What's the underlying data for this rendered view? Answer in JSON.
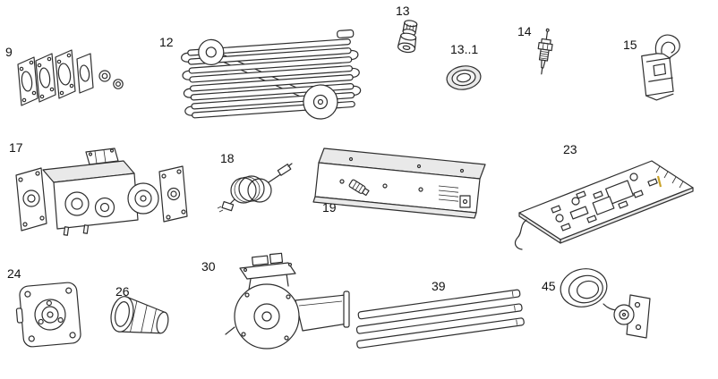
{
  "page": {
    "background": "#ffffff"
  },
  "colors": {
    "stroke": "#2e2e2e",
    "shade": "#e9e9e9",
    "jumper": "#c9a227"
  },
  "parts": [
    {
      "label": "9"
    },
    {
      "label": "12"
    },
    {
      "label": "13"
    },
    {
      "label": "13..1"
    },
    {
      "label": "14"
    },
    {
      "label": "15"
    },
    {
      "label": "17"
    },
    {
      "label": "18"
    },
    {
      "label": "19"
    },
    {
      "label": "23"
    },
    {
      "label": "24"
    },
    {
      "label": "26"
    },
    {
      "label": "30"
    },
    {
      "label": "39"
    },
    {
      "label": "45"
    }
  ]
}
